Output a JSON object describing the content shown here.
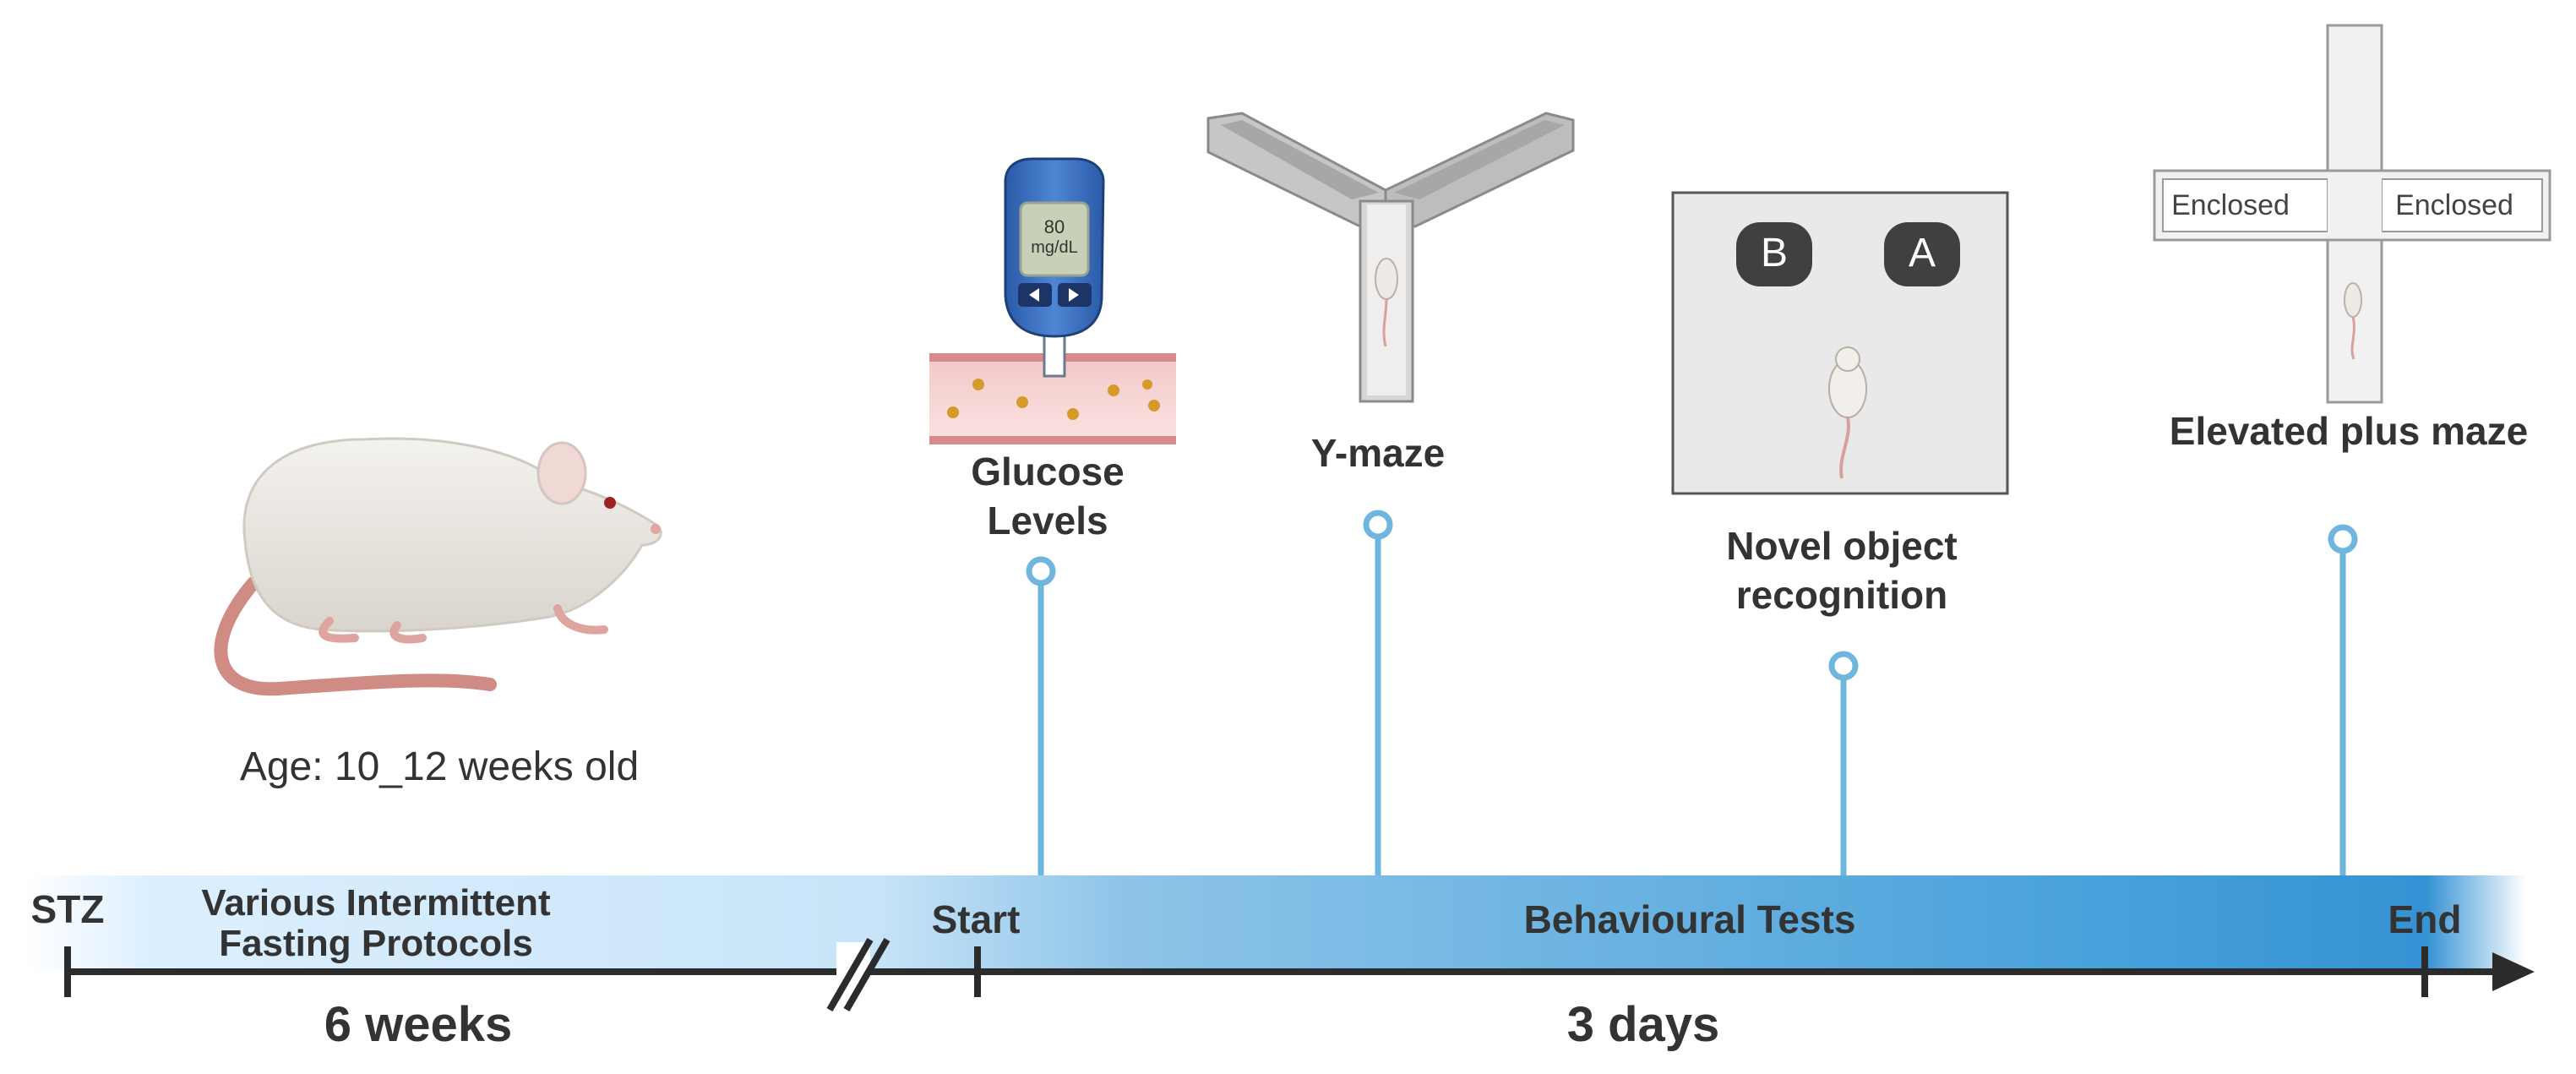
{
  "subject": {
    "age_text": "Age: 10_12 weeks old"
  },
  "timeline": {
    "stz_label": "STZ",
    "fasting_label": "Various Intermittent Fasting Protocols",
    "start_label": "Start",
    "behavioural_label": "Behavioural Tests",
    "end_label": "End",
    "phase1_duration": "6 weeks",
    "phase2_duration": "3 days"
  },
  "tests": {
    "glucose": {
      "label_line1": "Glucose",
      "label_line2": "Levels",
      "meter_value": "80",
      "meter_unit": "mg/dL"
    },
    "ymaze": {
      "label": "Y-maze"
    },
    "nor": {
      "label_line1": "Novel object",
      "label_line2": "recognition",
      "object_b": "B",
      "object_a": "A"
    },
    "epm": {
      "label": "Elevated plus maze",
      "arm_left": "Enclosed",
      "arm_right": "Enclosed"
    }
  },
  "colors": {
    "axis": "#2b2b2b",
    "marker": "#6fb6de",
    "band_light": "#d6ecfa",
    "band_dark": "#3d97d6",
    "text": "#333333"
  }
}
